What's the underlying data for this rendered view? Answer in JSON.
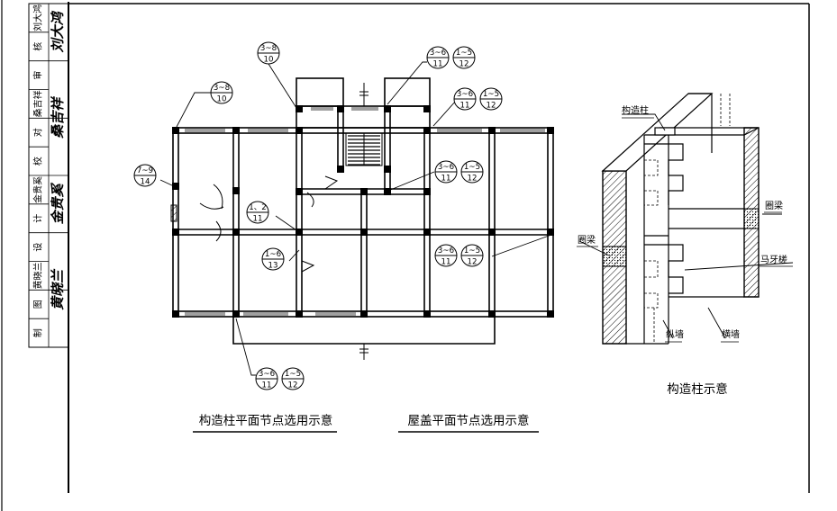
{
  "title_block": {
    "rows": [
      {
        "label": "刘大鸿",
        "signature": "刘大鸿"
      },
      {
        "label": "核"
      },
      {
        "label": "审"
      },
      {
        "label": "桑吉祥",
        "signature": "桑吉祥"
      },
      {
        "label": "对"
      },
      {
        "label": "校"
      },
      {
        "label": "金贵奚",
        "signature": "金贵奚"
      },
      {
        "label": "计"
      },
      {
        "label": "设"
      },
      {
        "label": "黄晓兰",
        "signature": "黄晓兰"
      },
      {
        "label": "图"
      },
      {
        "label": "制"
      }
    ]
  },
  "plan": {
    "caption_left": "构造柱平面节点选用示意",
    "caption_right": "屋盖平面节点选用示意",
    "callouts": {
      "c1": {
        "top": "3~8",
        "bottom": "10"
      },
      "c2": {
        "top": "3~8",
        "bottom": "10"
      },
      "c3a": {
        "top": "3~6",
        "bottom": "11"
      },
      "c3b": {
        "top": "1~5",
        "bottom": "12"
      },
      "c4a": {
        "top": "3~6",
        "bottom": "11"
      },
      "c4b": {
        "top": "1~5",
        "bottom": "12"
      },
      "c5": {
        "top": "7~9",
        "bottom": "14"
      },
      "c6a": {
        "top": "3~6",
        "bottom": "11"
      },
      "c6b": {
        "top": "1~5",
        "bottom": "12"
      },
      "c7": {
        "top": "1、2",
        "bottom": "11"
      },
      "c8": {
        "top": "1~6",
        "bottom": "13"
      },
      "c9a": {
        "top": "3~6",
        "bottom": "11"
      },
      "c9b": {
        "top": "1~5",
        "bottom": "12"
      },
      "c10a": {
        "top": "3~6",
        "bottom": "11"
      },
      "c10b": {
        "top": "1~5",
        "bottom": "12"
      }
    }
  },
  "iso": {
    "caption": "构造柱示意",
    "labels": {
      "column": "构造柱",
      "ring_beam_right": "圈梁",
      "ring_beam_left": "圈梁",
      "toothed": "马牙槎",
      "long_wall": "纵墙",
      "cross_wall": "横墙"
    }
  }
}
